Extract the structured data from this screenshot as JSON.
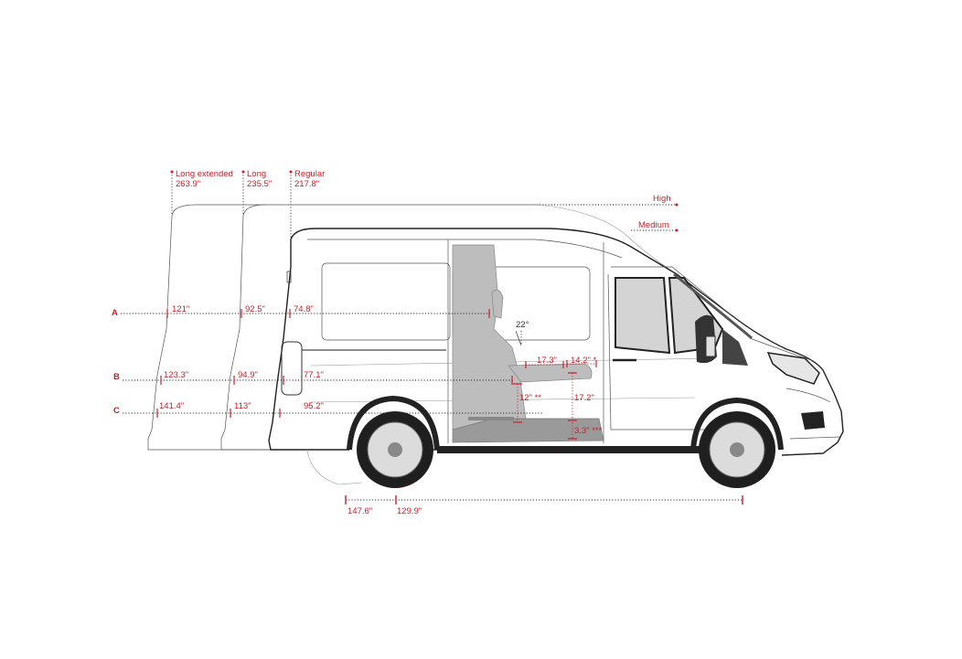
{
  "colors": {
    "dimension": "#c8202a",
    "outline": "#222222",
    "seat": "#b7b7b7",
    "glass": "#d4d4d4"
  },
  "lengths": {
    "long_extended": {
      "label": "Long extended",
      "value": "263.9\""
    },
    "long": {
      "label": "Long",
      "value": "235.5\""
    },
    "regular": {
      "label": "Regular",
      "value": "217.8\""
    }
  },
  "heights": {
    "high": "High",
    "medium": "Medium"
  },
  "rows": {
    "a": {
      "label": "A",
      "long_extended": "121\"",
      "long": "92.5\"",
      "regular": "74.8\""
    },
    "b": {
      "label": "B",
      "long_extended": "123.3\"",
      "long": "94.9\"",
      "regular": "77.1\""
    },
    "c": {
      "label": "C",
      "long_extended": "141.4\"",
      "long": "113\"",
      "regular": "95.2\""
    }
  },
  "seat": {
    "angle": "22°",
    "depth": "17.3\"",
    "front_clearance": "14.2\" *",
    "seat_height": "12\" **",
    "floor_height": "17.2\"",
    "floor_step": "3.3\" ***"
  },
  "wheelbase": {
    "long": "147.6\"",
    "regular": "129.9\""
  }
}
